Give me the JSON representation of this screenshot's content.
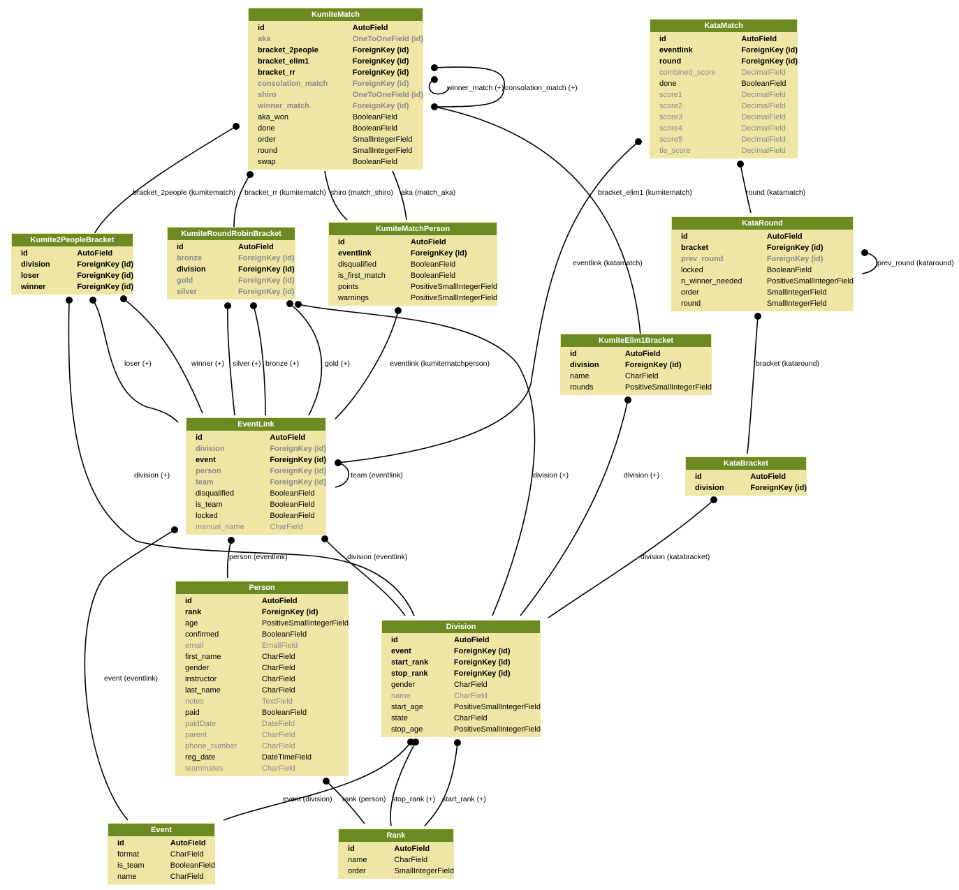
{
  "models": [
    {
      "name": "KumiteMatch",
      "fields": [
        [
          "id",
          "AutoField",
          "b"
        ],
        [
          "aka",
          "OneToOneField (id)",
          "g"
        ],
        [
          "bracket_2people",
          "ForeignKey (id)",
          "b"
        ],
        [
          "bracket_elim1",
          "ForeignKey (id)",
          "b"
        ],
        [
          "bracket_rr",
          "ForeignKey (id)",
          "b"
        ],
        [
          "consolation_match",
          "ForeignKey (id)",
          "g"
        ],
        [
          "shiro",
          "OneToOneField (id)",
          "g"
        ],
        [
          "winner_match",
          "ForeignKey (id)",
          "g"
        ],
        [
          "aka_won",
          "BooleanField",
          ""
        ],
        [
          "done",
          "BooleanField",
          ""
        ],
        [
          "order",
          "SmallIntegerField",
          ""
        ],
        [
          "round",
          "SmallIntegerField",
          ""
        ],
        [
          "swap",
          "BooleanField",
          ""
        ]
      ]
    },
    {
      "name": "KataMatch",
      "fields": [
        [
          "id",
          "AutoField",
          "b"
        ],
        [
          "eventlink",
          "ForeignKey (id)",
          "b"
        ],
        [
          "round",
          "ForeignKey (id)",
          "b"
        ],
        [
          "combined_score",
          "DecimalField",
          "g2"
        ],
        [
          "done",
          "BooleanField",
          ""
        ],
        [
          "score1",
          "DecimalField",
          "g2"
        ],
        [
          "score2",
          "DecimalField",
          "g2"
        ],
        [
          "score3",
          "DecimalField",
          "g2"
        ],
        [
          "score4",
          "DecimalField",
          "g2"
        ],
        [
          "score5",
          "DecimalField",
          "g2"
        ],
        [
          "tie_score",
          "DecimalField",
          "g2"
        ]
      ]
    },
    {
      "name": "Kumite2PeopleBracket",
      "fields": [
        [
          "id",
          "AutoField",
          "b"
        ],
        [
          "division",
          "ForeignKey (id)",
          "b"
        ],
        [
          "loser",
          "ForeignKey (id)",
          "b"
        ],
        [
          "winner",
          "ForeignKey (id)",
          "b"
        ]
      ]
    },
    {
      "name": "KumiteRoundRobinBracket",
      "fields": [
        [
          "id",
          "AutoField",
          "b"
        ],
        [
          "bronze",
          "ForeignKey (id)",
          "g"
        ],
        [
          "division",
          "ForeignKey (id)",
          "b"
        ],
        [
          "gold",
          "ForeignKey (id)",
          "g"
        ],
        [
          "silver",
          "ForeignKey (id)",
          "g"
        ]
      ]
    },
    {
      "name": "KumiteMatchPerson",
      "fields": [
        [
          "id",
          "AutoField",
          "b"
        ],
        [
          "eventlink",
          "ForeignKey (id)",
          "b"
        ],
        [
          "disqualified",
          "BooleanField",
          ""
        ],
        [
          "is_first_match",
          "BooleanField",
          ""
        ],
        [
          "points",
          "PositiveSmallIntegerField",
          ""
        ],
        [
          "warnings",
          "PositiveSmallIntegerField",
          ""
        ]
      ]
    },
    {
      "name": "KataRound",
      "fields": [
        [
          "id",
          "AutoField",
          "b"
        ],
        [
          "bracket",
          "ForeignKey (id)",
          "b"
        ],
        [
          "prev_round",
          "ForeignKey (id)",
          "g"
        ],
        [
          "locked",
          "BooleanField",
          ""
        ],
        [
          "n_winner_needed",
          "PositiveSmallIntegerField",
          ""
        ],
        [
          "order",
          "SmallIntegerField",
          ""
        ],
        [
          "round",
          "SmallIntegerField",
          ""
        ]
      ]
    },
    {
      "name": "KumiteElim1Bracket",
      "fields": [
        [
          "id",
          "AutoField",
          "b"
        ],
        [
          "division",
          "ForeignKey (id)",
          "b"
        ],
        [
          "name",
          "CharField",
          ""
        ],
        [
          "rounds",
          "PositiveSmallIntegerField",
          ""
        ]
      ]
    },
    {
      "name": "EventLink",
      "fields": [
        [
          "id",
          "AutoField",
          "b"
        ],
        [
          "division",
          "ForeignKey (id)",
          "g"
        ],
        [
          "event",
          "ForeignKey (id)",
          "b"
        ],
        [
          "person",
          "ForeignKey (id)",
          "g"
        ],
        [
          "team",
          "ForeignKey (id)",
          "g"
        ],
        [
          "disqualified",
          "BooleanField",
          ""
        ],
        [
          "is_team",
          "BooleanField",
          ""
        ],
        [
          "locked",
          "BooleanField",
          ""
        ],
        [
          "manual_name",
          "CharField",
          "g2"
        ]
      ]
    },
    {
      "name": "KataBracket",
      "fields": [
        [
          "id",
          "AutoField",
          "b"
        ],
        [
          "division",
          "ForeignKey (id)",
          "b"
        ]
      ]
    },
    {
      "name": "Person",
      "fields": [
        [
          "id",
          "AutoField",
          "b"
        ],
        [
          "rank",
          "ForeignKey (id)",
          "b"
        ],
        [
          "age",
          "PositiveSmallIntegerField",
          ""
        ],
        [
          "confirmed",
          "BooleanField",
          ""
        ],
        [
          "email",
          "EmailField",
          "g2"
        ],
        [
          "first_name",
          "CharField",
          ""
        ],
        [
          "gender",
          "CharField",
          ""
        ],
        [
          "instructor",
          "CharField",
          ""
        ],
        [
          "last_name",
          "CharField",
          ""
        ],
        [
          "notes",
          "TextField",
          "g2"
        ],
        [
          "paid",
          "BooleanField",
          ""
        ],
        [
          "paidDate",
          "DateField",
          "g2"
        ],
        [
          "parent",
          "CharField",
          "g2"
        ],
        [
          "phone_number",
          "CharField",
          "g2"
        ],
        [
          "reg_date",
          "DateTimeField",
          ""
        ],
        [
          "teammates",
          "CharField",
          "g2"
        ]
      ]
    },
    {
      "name": "Division",
      "fields": [
        [
          "id",
          "AutoField",
          "b"
        ],
        [
          "event",
          "ForeignKey (id)",
          "b"
        ],
        [
          "start_rank",
          "ForeignKey (id)",
          "b"
        ],
        [
          "stop_rank",
          "ForeignKey (id)",
          "b"
        ],
        [
          "gender",
          "CharField",
          ""
        ],
        [
          "name",
          "CharField",
          "g2"
        ],
        [
          "start_age",
          "PositiveSmallIntegerField",
          ""
        ],
        [
          "state",
          "CharField",
          ""
        ],
        [
          "stop_age",
          "PositiveSmallIntegerField",
          ""
        ]
      ]
    },
    {
      "name": "Event",
      "fields": [
        [
          "id",
          "AutoField",
          "b"
        ],
        [
          "format",
          "CharField",
          ""
        ],
        [
          "is_team",
          "BooleanField",
          ""
        ],
        [
          "name",
          "CharField",
          ""
        ]
      ]
    },
    {
      "name": "Rank",
      "fields": [
        [
          "id",
          "AutoField",
          "b"
        ],
        [
          "name",
          "CharField",
          ""
        ],
        [
          "order",
          "SmallIntegerField",
          ""
        ]
      ]
    }
  ],
  "edge_labels": [
    "winner_match (+)",
    "consolation_match (+)",
    "bracket_2people (kumitematch)",
    "bracket_rr (kumitematch)",
    "shiro (match_shiro)",
    "aka (match_aka)",
    "bracket_elim1 (kumitematch)",
    "round (katamatch)",
    "prev_round (kataround)",
    "eventlink (katamatch)",
    "loser (+)",
    "winner (+)",
    "silver (+)",
    "bronze (+)",
    "gold (+)",
    "eventlink (kumitematchperson)",
    "bracket (kataround)",
    "team (eventlink)",
    "division (+)",
    "division (+)",
    "division (+)",
    "person (eventlink)",
    "division (eventlink)",
    "division (katabracket)",
    "event (eventlink)",
    "event (division)",
    "rank (person)",
    "stop_rank (+)",
    "start_rank (+)"
  ]
}
